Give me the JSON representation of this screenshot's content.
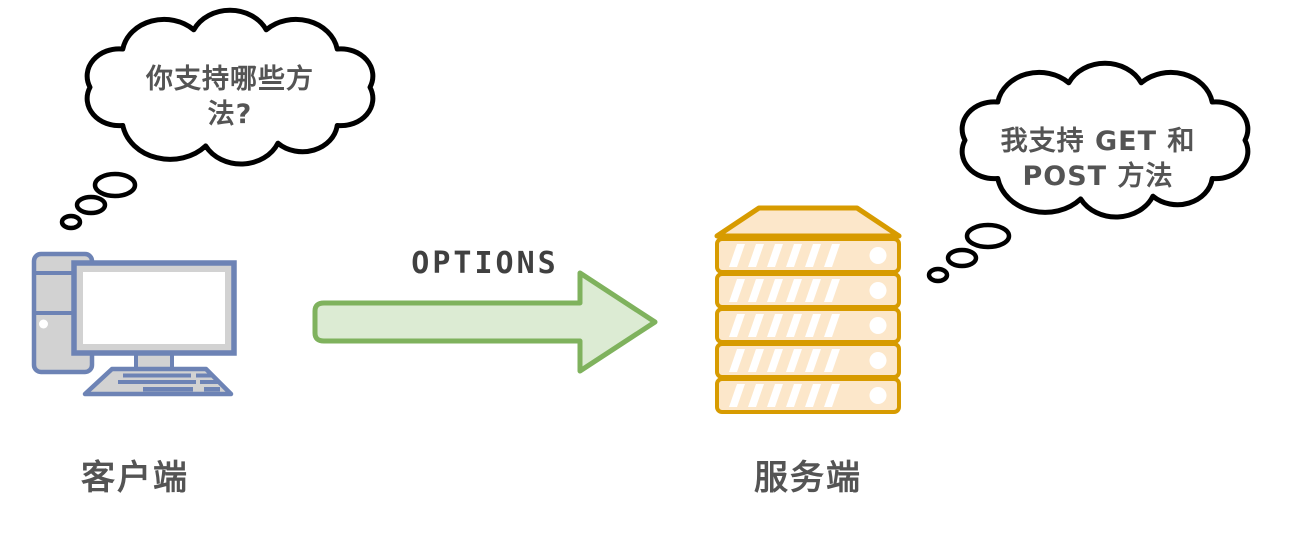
{
  "client": {
    "label": "客户端",
    "thought_line1": "你支持哪些方",
    "thought_line2": "法?"
  },
  "server": {
    "label": "服务端",
    "thought_line1": "我支持 GET 和",
    "thought_line2": "POST 方法"
  },
  "arrow": {
    "label": "OPTIONS"
  },
  "colors": {
    "outline_black": "#000000",
    "text_dark": "#545454",
    "client_blue": "#6D83B5",
    "device_gray": "#D2D2D2",
    "screen_white": "#FFFFFF",
    "server_orange": "#D79B00",
    "server_fill": "#FCE7CA",
    "arrow_green": "#7FB25D",
    "arrow_fill": "#DCEBD3"
  }
}
